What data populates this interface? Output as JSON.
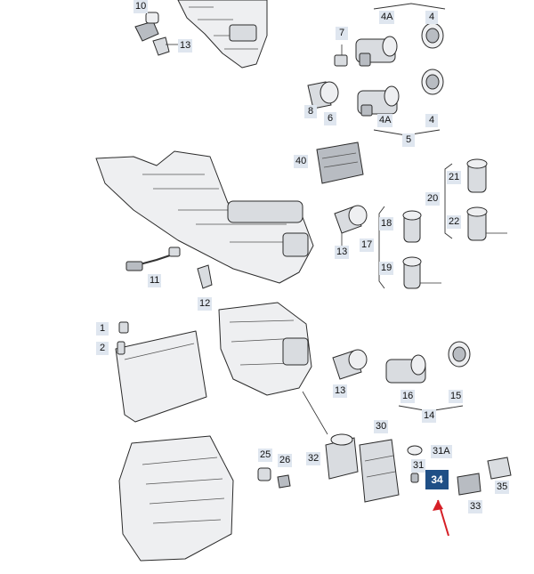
{
  "diagram": {
    "callouts": [
      {
        "id": "c10",
        "label": "10"
      },
      {
        "id": "c13a",
        "label": "13"
      },
      {
        "id": "c4A1",
        "label": "4A"
      },
      {
        "id": "c4a",
        "label": "4"
      },
      {
        "id": "c7",
        "label": "7"
      },
      {
        "id": "c8",
        "label": "8"
      },
      {
        "id": "c6",
        "label": "6"
      },
      {
        "id": "c4A2",
        "label": "4A"
      },
      {
        "id": "c4b",
        "label": "4"
      },
      {
        "id": "c5",
        "label": "5"
      },
      {
        "id": "c40",
        "label": "40"
      },
      {
        "id": "c21",
        "label": "21"
      },
      {
        "id": "c20",
        "label": "20"
      },
      {
        "id": "c22",
        "label": "22"
      },
      {
        "id": "c18",
        "label": "18"
      },
      {
        "id": "c17",
        "label": "17"
      },
      {
        "id": "c19",
        "label": "19"
      },
      {
        "id": "c13b",
        "label": "13"
      },
      {
        "id": "c11",
        "label": "11"
      },
      {
        "id": "c12",
        "label": "12"
      },
      {
        "id": "c1",
        "label": "1"
      },
      {
        "id": "c2",
        "label": "2"
      },
      {
        "id": "c13c",
        "label": "13"
      },
      {
        "id": "c16",
        "label": "16"
      },
      {
        "id": "c15",
        "label": "15"
      },
      {
        "id": "c14",
        "label": "14"
      },
      {
        "id": "c30",
        "label": "30"
      },
      {
        "id": "c31A",
        "label": "31A"
      },
      {
        "id": "c31",
        "label": "31"
      },
      {
        "id": "c32",
        "label": "32"
      },
      {
        "id": "c25",
        "label": "25"
      },
      {
        "id": "c26",
        "label": "26"
      },
      {
        "id": "c34",
        "label": "34"
      },
      {
        "id": "c35",
        "label": "35"
      },
      {
        "id": "c33",
        "label": "33"
      }
    ],
    "colors": {
      "highlight_badge": "#1f4f86",
      "callout_bg": "#dfe6ef",
      "arrow": "#d61f26"
    },
    "icons": [
      "arrow-icon"
    ]
  }
}
